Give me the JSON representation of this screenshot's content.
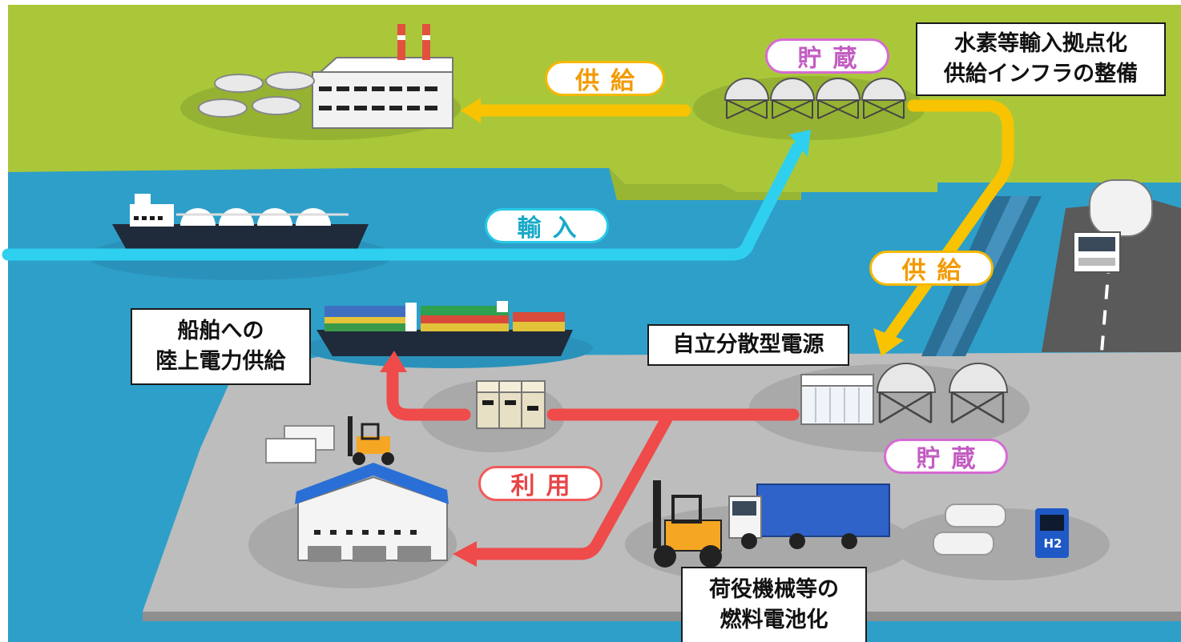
{
  "labels": {
    "supply_top": "供給",
    "storage_top": "貯蔵",
    "import": "輸入",
    "supply_right": "供給",
    "storage_bottom": "貯蔵",
    "use": "利用"
  },
  "captions": {
    "hydrogen_hub": [
      "水素等輸入拠点化",
      "供給インフラの整備"
    ],
    "shore_power": [
      "船舶への",
      "陸上電力供給"
    ],
    "distributed_power": [
      "自立分散型電源"
    ],
    "fuel_cell": [
      "荷役機械等の",
      "燃料電池化"
    ]
  },
  "h2_sign": "H2",
  "colors": {
    "land_green": "#aac73a",
    "sea_blue": "#2e9fc9",
    "port_gray": "#bdbdbd",
    "supply_yellow": "#f8c300",
    "import_cyan": "#2fd0ef",
    "use_red": "#ef4b4b",
    "storage_pink": "#d66ad4"
  }
}
